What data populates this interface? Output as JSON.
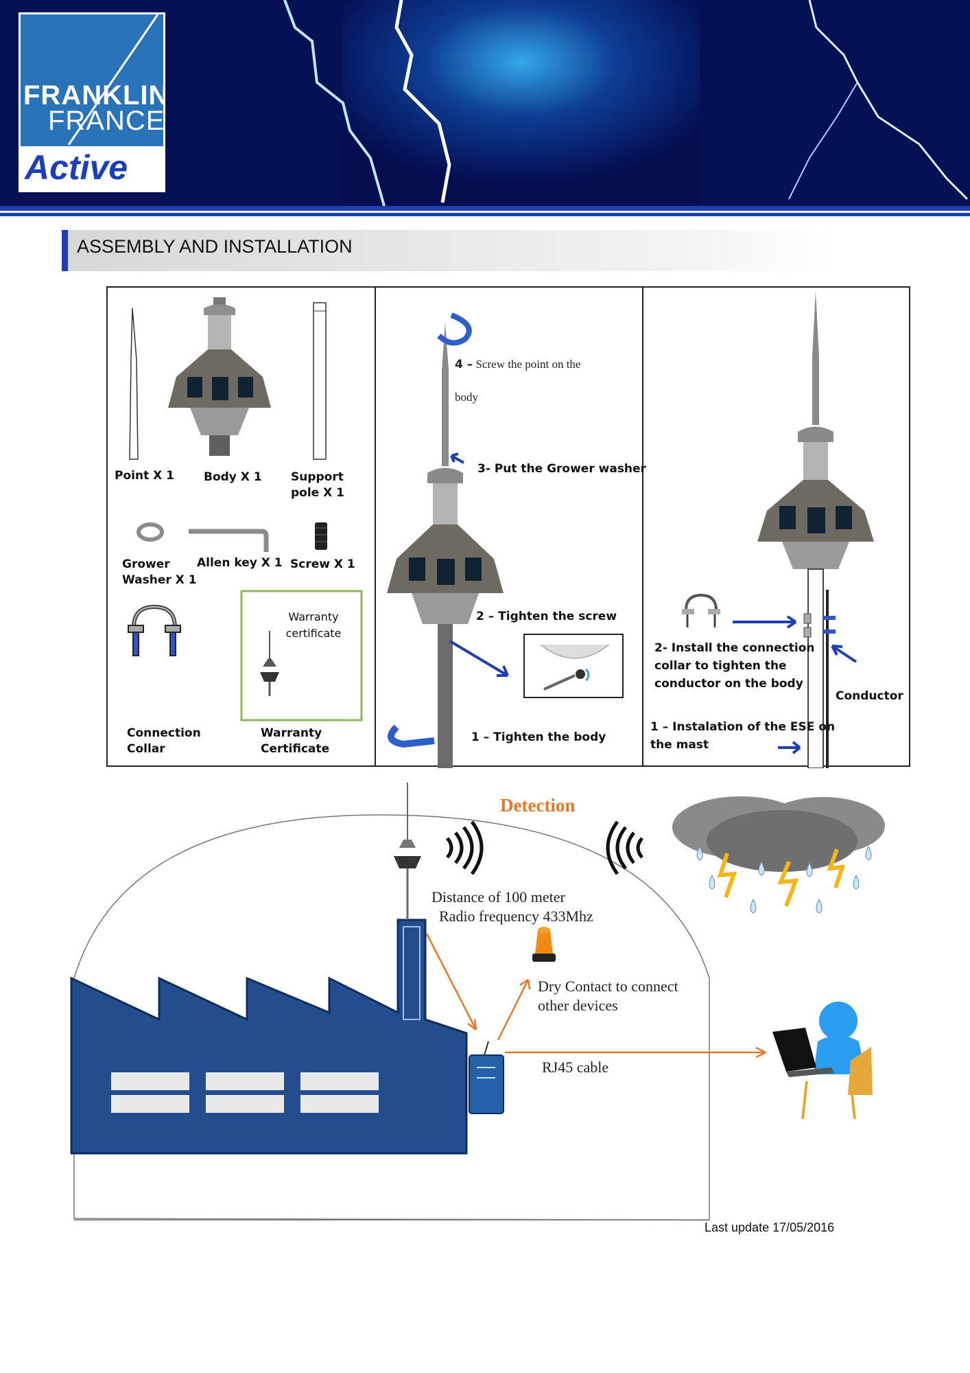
{
  "header": {
    "logo_line1": "FRANKLIN",
    "logo_line2": "FRANCE",
    "logo_product": "Active",
    "colors": {
      "navy": "#0a1a6e",
      "logo_blue": "#2a73b8",
      "accent_blue": "#1d3fae",
      "orange": "#e3782a"
    }
  },
  "section_title": "ASSEMBLY AND INSTALLATION",
  "parts": {
    "point": "Point X 1",
    "body": "Body X 1",
    "support_pole_line1": "Support",
    "support_pole_line2": "pole  X 1",
    "grower_line1": "Grower",
    "grower_line2": "Washer  X 1",
    "allen_key": "Allen key X 1",
    "screw": "Screw X 1",
    "warranty_box_line1": "Warranty",
    "warranty_box_line2": "certificate",
    "connection_line1": "Connection",
    "connection_line2": "Collar",
    "warranty_line1": "Warranty",
    "warranty_line2": "Certificate"
  },
  "steps_assembly": {
    "step4_prefix": "4 –",
    "step4_text_line1": "Screw the point on the",
    "step4_text_line2": "body",
    "step3": "3- Put the Grower washer",
    "step2": "2 – Tighten the screw",
    "step1": "1 – Tighten the body"
  },
  "steps_install": {
    "step2_line1": "2- Install the connection",
    "step2_line2": "collar to tighten the",
    "step2_line3": "conductor on the body",
    "conductor": "Conductor",
    "step1_line1": "1 – Instalation of the ESE on",
    "step1_line2": "the mast"
  },
  "diagram": {
    "detection": "Detection",
    "distance": "Distance of 100 meter",
    "radio": "Radio frequency 433Mhz",
    "dry_contact_line1": "Dry Contact to connect",
    "dry_contact_line2": "other devices",
    "rj45": "RJ45 cable"
  },
  "footer": {
    "last_update": "Last update  17/05/2016"
  }
}
